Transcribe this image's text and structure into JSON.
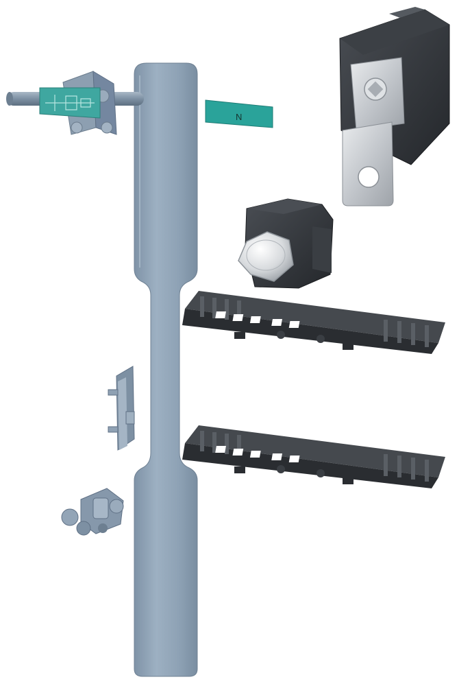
{
  "neutral_label": {
    "text": "N",
    "color": "#2aa39a"
  },
  "palette": {
    "busbar_steel": "#8fa3b6",
    "black_plastic": "#2f3236",
    "zinc_metal": "#c9ccd0",
    "teal_label": "#2aa39a",
    "white_background": "#ffffff"
  },
  "parts": [
    "neutral-busbar",
    "rod-mounted-clamp-with-label",
    "neutral-label-plate",
    "box-terminal",
    "bolt-terminal",
    "terminal-cover-strip",
    "terminal-cover-strip",
    "side-mounting-clip",
    "connector-fitting"
  ]
}
